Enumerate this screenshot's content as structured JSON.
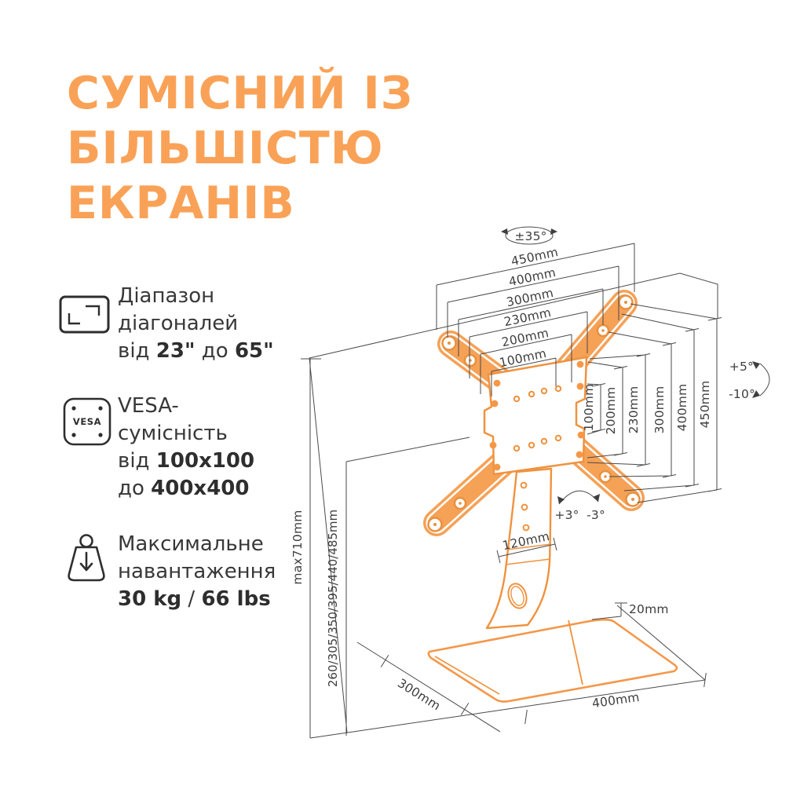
{
  "heading": {
    "lines": [
      "СУМІСНИЙ ІЗ",
      "БІЛЬШІСТЮ",
      "ЕКРАНІВ"
    ]
  },
  "features": [
    {
      "icon": "screen-diagonal-icon",
      "line1": "Діапазон",
      "line2": "діагоналей",
      "line3": [
        {
          "t": "від "
        },
        {
          "t": "23\""
        },
        {
          "t": " до "
        },
        {
          "t": "65\""
        }
      ]
    },
    {
      "icon": "vesa-icon",
      "icon_label": "VESA",
      "line1": "VESA-",
      "line2": "сумісність",
      "line3": [
        {
          "t": "від "
        },
        {
          "t": "100x100"
        }
      ],
      "line4": [
        {
          "t": "до "
        },
        {
          "t": "400x400"
        }
      ]
    },
    {
      "icon": "max-weight-icon",
      "line1": "Максимальне",
      "line2": "навантаження",
      "line3": [
        {
          "t": "30 kg"
        },
        {
          "t": " / "
        },
        {
          "t": "66 lbs"
        }
      ]
    }
  ],
  "diagram": {
    "swivel": "±35°",
    "width_dims": [
      "450mm",
      "400mm",
      "300mm",
      "230mm",
      "200mm",
      "100mm"
    ],
    "height_dims": [
      "100mm",
      "200mm",
      "230mm",
      "300mm",
      "400mm",
      "450mm"
    ],
    "tilt_up": "+5°",
    "tilt_down": "-10°",
    "level_left": "+3°",
    "level_right": "-3°",
    "column_width": "120mm",
    "max_height": "max710mm",
    "height_options": "260/305/350/395/440/485mm",
    "base_thickness": "20mm",
    "base_depth": "300mm",
    "base_width": "400mm"
  },
  "colors": {
    "accent_orange": "#F9A257",
    "diagram_orange": "#F5A156",
    "diagram_outline": "#F0923E",
    "line_gray": "#4A4A4A",
    "text_dark": "#383838"
  }
}
